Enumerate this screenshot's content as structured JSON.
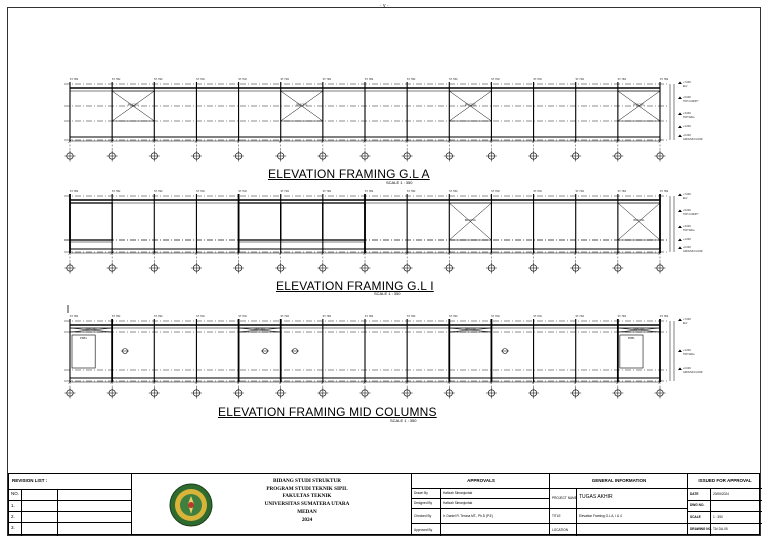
{
  "elevations": [
    {
      "title": "ELEVATION FRAMING G.L A",
      "scale": "SCALE 1 : 350"
    },
    {
      "title": "ELEVATION FRAMING G.L I",
      "scale": "SCALE 1 : 350"
    },
    {
      "title": "ELEVATION FRAMING MID COLUMNS",
      "scale": "SCALE 1 : 350"
    }
  ],
  "level_tags": {
    "top_a": [
      "+7.000",
      "+6.000",
      "+3.000",
      "+1.000",
      "+0.000"
    ],
    "names_a": [
      "ELV",
      "TOP CANOPY",
      "TOP WALL",
      "GROUND FLOOR"
    ],
    "names_c": [
      "ELV",
      "TOP WALL",
      "GROUND FLOOR"
    ]
  },
  "marks": {
    "column": "ST. H02",
    "brace": "BRACING",
    "purlin": "PRB1"
  },
  "title_block": {
    "revision_list": "REVISION LIST :",
    "no_label": "NO.",
    "rows": [
      "1.",
      "2.",
      "3."
    ],
    "department": [
      "BIDANG STUDI STRUKTUR",
      "PROGRAM STUDI TEKNIK SIPIL",
      "FAKULTAS TEKNIK",
      "UNIVERSITAS SUMATERA UTARA",
      "MEDAN",
      "2024"
    ],
    "approvals_header": "APPROVALS",
    "approvals": [
      {
        "label": "Drawn By",
        "value": "Hafizah Simanjuntak"
      },
      {
        "label": "Designed By",
        "value": "Hafizah Simanjuntak"
      },
      {
        "label": "Checked By",
        "value": "Ir. Daniel R. Teruna MT., Ph.D (P.E)"
      },
      {
        "label": "Approved By",
        "value": ""
      }
    ],
    "general_header": "GENERAL INFORMATION",
    "project_label": "PROJECT NAME",
    "project_value": "TUGAS AKHIR",
    "title_label": "TITLE",
    "title_value": "Elevation Framing G.L A, I & 4",
    "location_label": "LOCATION",
    "issued_header": "ISSUED FOR APPROVAL",
    "issued": [
      {
        "label": "DATE",
        "value": "20/06/2024"
      },
      {
        "label": "DWG NO.",
        "value": ""
      },
      {
        "label": "SCALE",
        "value": "1 : 350"
      },
      {
        "label": "DRAWING NO.",
        "value": "TA/ DA-05"
      }
    ]
  },
  "top_mark": "· y ·"
}
